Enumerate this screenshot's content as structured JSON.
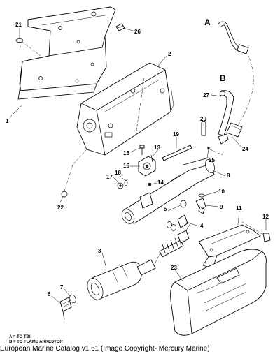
{
  "diagram": {
    "callouts": {
      "c1": "1",
      "c2": "2",
      "c3": "3",
      "c4": "4",
      "c5": "5",
      "c6": "6",
      "c7": "7",
      "c8": "8",
      "c9": "9",
      "c10": "10",
      "c11": "11",
      "c12": "12",
      "c13": "13",
      "c14": "14",
      "c15": "15",
      "c16": "16",
      "c17": "17",
      "c18": "18",
      "c19": "19",
      "c20": "20",
      "c21": "21",
      "c22": "22",
      "c23": "23",
      "c24": "24",
      "c25": "25",
      "c26": "26",
      "c27": "27"
    },
    "view_letters": {
      "a": "A",
      "b": "B"
    },
    "legend": {
      "a": "A  =  TO TBI",
      "b": "B  =  TO FLAME ARRESTOR"
    }
  },
  "caption": "European Marine Catalog v1.61 (Image Copyright- Mercury Marine)"
}
